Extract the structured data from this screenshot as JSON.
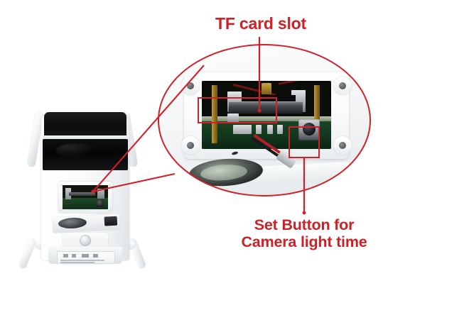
{
  "page": {
    "title": "IP camera rear panel annotated diagram",
    "background_color": "#ffffff",
    "accent_color": "#cc2127"
  },
  "callouts": [
    {
      "id": "tf-card-slot",
      "label": "TF card slot",
      "color": "#cc2127",
      "position": "top-center",
      "points_to": "tf-card-slot-highlight"
    },
    {
      "id": "set-button",
      "label_line1": "Set Button for",
      "label_line2": "Camera light time",
      "color": "#cc2127",
      "position": "bottom-center",
      "points_to": "set-button-highlight"
    }
  ],
  "device": {
    "name": "outdoor-wifi-camera",
    "antenna_count": 4,
    "body_color": "#f2f5f6",
    "hood_color": "#101013"
  },
  "magnifier": {
    "shape": "ellipse",
    "outline_color": "#d0212a",
    "subject": "rear compartment interior",
    "highlights": [
      {
        "id": "tf-card-slot-highlight",
        "target": "tf-card-slot",
        "outline_color": "#d0212a"
      },
      {
        "id": "set-button-highlight",
        "target": "set-button",
        "outline_color": "#d0212a"
      }
    ]
  },
  "leader_lines": {
    "color": "#d0212a",
    "connector_description": "two converging lines from camera compartment to magnifier"
  }
}
